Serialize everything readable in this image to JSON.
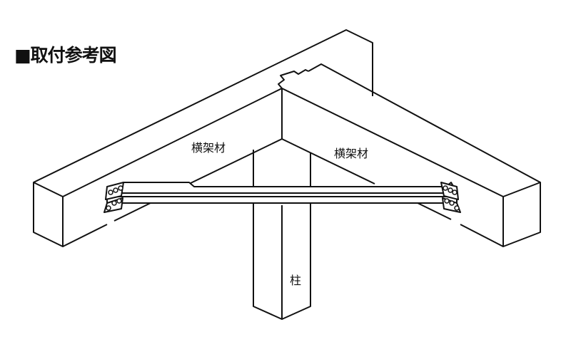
{
  "title": "■取付参考図",
  "labels": {
    "beam_left": "横架材",
    "beam_right": "横架材",
    "column": "柱"
  }
}
